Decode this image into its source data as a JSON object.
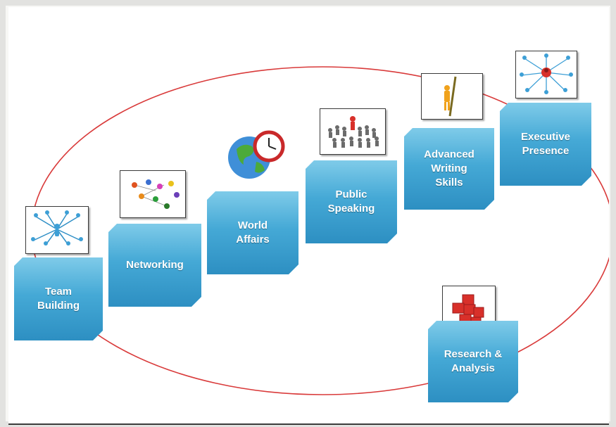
{
  "colors": {
    "box": "#3aa0d1",
    "ring": "#d93a3a"
  },
  "nodes": [
    {
      "id": "team-building",
      "label": "Team\nBuilding",
      "icon": "team-network-icon"
    },
    {
      "id": "networking",
      "label": "Networking",
      "icon": "people-network-icon"
    },
    {
      "id": "world-affairs",
      "label": "World\nAffairs",
      "icon": "globe-clock-icon"
    },
    {
      "id": "public-speaking",
      "label": "Public\nSpeaking",
      "icon": "crowd-speaker-icon"
    },
    {
      "id": "advanced-writing",
      "label": "Advanced\nWriting\nSkills",
      "icon": "pencil-figure-icon"
    },
    {
      "id": "executive-presence",
      "label": "Executive\nPresence",
      "icon": "hub-leader-icon"
    },
    {
      "id": "research-analysis",
      "label": "Research &\nAnalysis",
      "icon": "puzzle-blocks-icon"
    }
  ]
}
